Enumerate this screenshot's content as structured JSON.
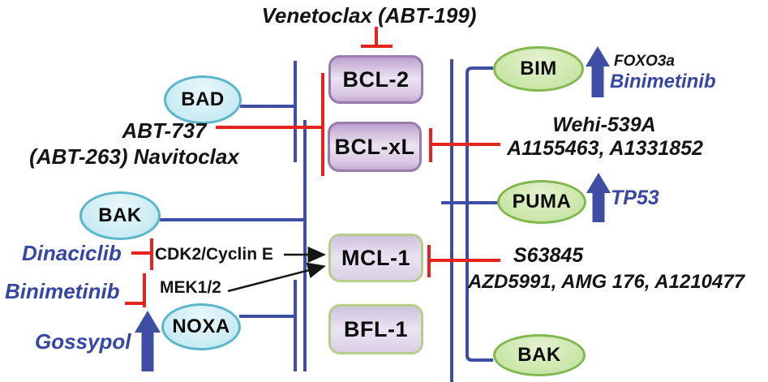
{
  "colors": {
    "line_blue": "#3e4ea3",
    "line_red": "#e6231e",
    "line_black": "#141414",
    "text_blue": "#3647a3",
    "cyan_fill": "#c9ebf3",
    "cyan_border": "#5cb6ca",
    "green_fill": "#c8e5a6",
    "green_border": "#82b84f",
    "purple_border": "#9a7bad",
    "greenbox_border": "#b6ce8c"
  },
  "title": "Venetoclax (ABT-199)",
  "boxes": [
    {
      "label": "BCL-2"
    },
    {
      "label": "BCL-xL"
    },
    {
      "label": "MCL-1"
    },
    {
      "label": "BFL-1"
    }
  ],
  "left_nodes": [
    {
      "label": "BAD"
    },
    {
      "label": "BAK"
    },
    {
      "label": "NOXA"
    }
  ],
  "right_nodes": [
    {
      "label": "BIM"
    },
    {
      "label": "PUMA"
    },
    {
      "label": "BAK"
    }
  ],
  "labels": {
    "abt737_line1": "ABT-737",
    "abt737_line2": "(ABT-263) Navitoclax",
    "dinaciclib": "Dinaciclib",
    "cdk2": "CDK2/Cyclin E",
    "binimetinib_left": "Binimetinib",
    "mek12": "MEK1/2",
    "gossypol": "Gossypol",
    "foxo3a": "FOXO3a",
    "binimetinib_right": "Binimetinib",
    "wehi": "Wehi-539A",
    "a_compounds": "A1155463, A1331852",
    "tp53": "TP53",
    "s63845": "S63845",
    "azd_compounds": "AZD5991, AMG 176, A1210477"
  }
}
